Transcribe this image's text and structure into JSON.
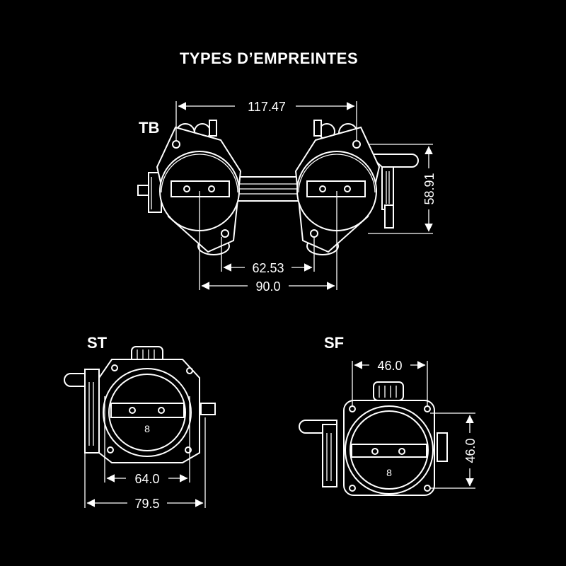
{
  "title": "TYPES D’EMPREINTES",
  "colors": {
    "background": "#000000",
    "line": "#ffffff"
  },
  "tb": {
    "label": "TB",
    "dim_overall_width": "117.47",
    "dim_height": "58.91",
    "dim_inner_spacing": "62.53",
    "dim_bore_spacing": "90.0"
  },
  "st": {
    "label": "ST",
    "bore_mark": "8",
    "dim_inner": "64.0",
    "dim_outer": "79.5"
  },
  "sf": {
    "label": "SF",
    "bore_mark": "8",
    "dim_width": "46.0",
    "dim_height": "46.0"
  }
}
